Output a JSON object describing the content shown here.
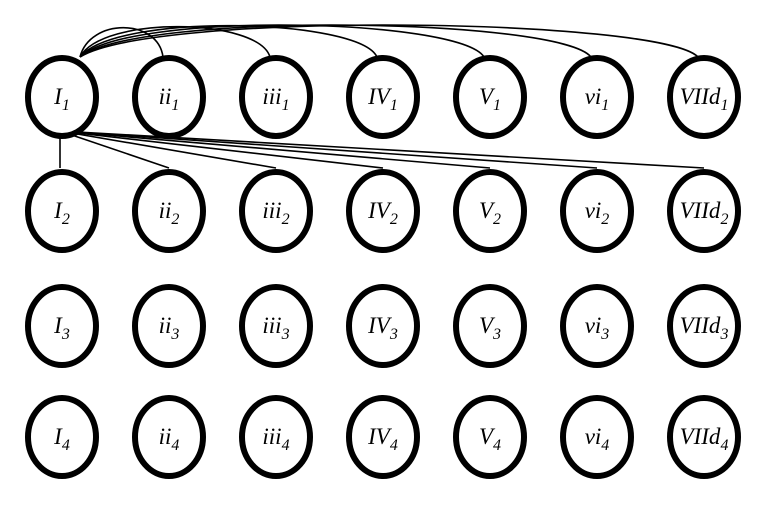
{
  "diagram": {
    "stroke_color": "#000000",
    "background_color": "#ffffff",
    "rows": [
      [
        {
          "id": "I1",
          "base": "I",
          "sub": "1"
        },
        {
          "id": "ii1",
          "base": "ii",
          "sub": "1"
        },
        {
          "id": "iii1",
          "base": "iii",
          "sub": "1"
        },
        {
          "id": "IV1",
          "base": "IV",
          "sub": "1"
        },
        {
          "id": "V1",
          "base": "V",
          "sub": "1"
        },
        {
          "id": "vi1",
          "base": "vi",
          "sub": "1"
        },
        {
          "id": "VIId1",
          "base": "VIId",
          "sub": "1"
        }
      ],
      [
        {
          "id": "I2",
          "base": "I",
          "sub": "2"
        },
        {
          "id": "ii2",
          "base": "ii",
          "sub": "2"
        },
        {
          "id": "iii2",
          "base": "iii",
          "sub": "2"
        },
        {
          "id": "IV2",
          "base": "IV",
          "sub": "2"
        },
        {
          "id": "V2",
          "base": "V",
          "sub": "2"
        },
        {
          "id": "vi2",
          "base": "vi",
          "sub": "2"
        },
        {
          "id": "VIId2",
          "base": "VIId",
          "sub": "2"
        }
      ],
      [
        {
          "id": "I3",
          "base": "I",
          "sub": "3"
        },
        {
          "id": "ii3",
          "base": "ii",
          "sub": "3"
        },
        {
          "id": "iii3",
          "base": "iii",
          "sub": "3"
        },
        {
          "id": "IV3",
          "base": "IV",
          "sub": "3"
        },
        {
          "id": "V3",
          "base": "V",
          "sub": "3"
        },
        {
          "id": "vi3",
          "base": "vi",
          "sub": "3"
        },
        {
          "id": "VIId3",
          "base": "VIId",
          "sub": "3"
        }
      ],
      [
        {
          "id": "I4",
          "base": "I",
          "sub": "4"
        },
        {
          "id": "ii4",
          "base": "ii",
          "sub": "4"
        },
        {
          "id": "iii4",
          "base": "iii",
          "sub": "4"
        },
        {
          "id": "IV4",
          "base": "IV",
          "sub": "4"
        },
        {
          "id": "V4",
          "base": "V",
          "sub": "4"
        },
        {
          "id": "vi4",
          "base": "vi",
          "sub": "4"
        },
        {
          "id": "VIId4",
          "base": "VIId",
          "sub": "4"
        }
      ]
    ],
    "edges": [
      {
        "from": "I1",
        "to": "ii1",
        "style": "arc"
      },
      {
        "from": "I1",
        "to": "iii1",
        "style": "arc"
      },
      {
        "from": "I1",
        "to": "IV1",
        "style": "arc"
      },
      {
        "from": "I1",
        "to": "V1",
        "style": "arc"
      },
      {
        "from": "I1",
        "to": "vi1",
        "style": "arc"
      },
      {
        "from": "I1",
        "to": "VIId1",
        "style": "arc"
      },
      {
        "from": "I1",
        "to": "I2",
        "style": "line"
      },
      {
        "from": "I1",
        "to": "ii2",
        "style": "line"
      },
      {
        "from": "I1",
        "to": "iii2",
        "style": "line"
      },
      {
        "from": "I1",
        "to": "IV2",
        "style": "line"
      },
      {
        "from": "I1",
        "to": "V2",
        "style": "line"
      },
      {
        "from": "I1",
        "to": "vi2",
        "style": "line"
      },
      {
        "from": "I1",
        "to": "VIId2",
        "style": "line"
      }
    ]
  }
}
